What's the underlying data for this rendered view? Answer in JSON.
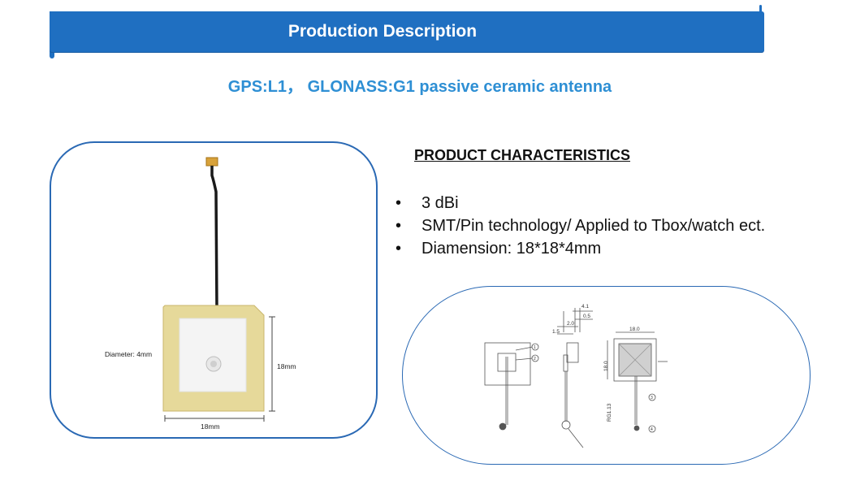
{
  "header": {
    "title": "Production Description"
  },
  "subtitle": "GPS:L1， GLONASS:G1 passive ceramic antenna",
  "photo": {
    "diameter_label": "Diameter: 4mm",
    "height_label": "18mm",
    "width_label": "18mm"
  },
  "characteristics": {
    "heading": "PRODUCT CHARACTERISTICS",
    "bullet_glyph": "•",
    "items": [
      "3 dBi",
      "SMT/Pin technology/ Applied to Tbox/watch ect.",
      "Diamension: 18*18*4mm"
    ]
  },
  "drawing": {
    "dim_top_1": "4.1",
    "dim_top_2": "0.5",
    "dim_top_3": "2.0",
    "dim_top_4": "1.5",
    "dim_width": "18.0",
    "dim_height": "18.0",
    "cable_label": "RG1.13",
    "callout_1": "1",
    "callout_2": "2",
    "callout_3": "3",
    "callout_4": "4"
  }
}
